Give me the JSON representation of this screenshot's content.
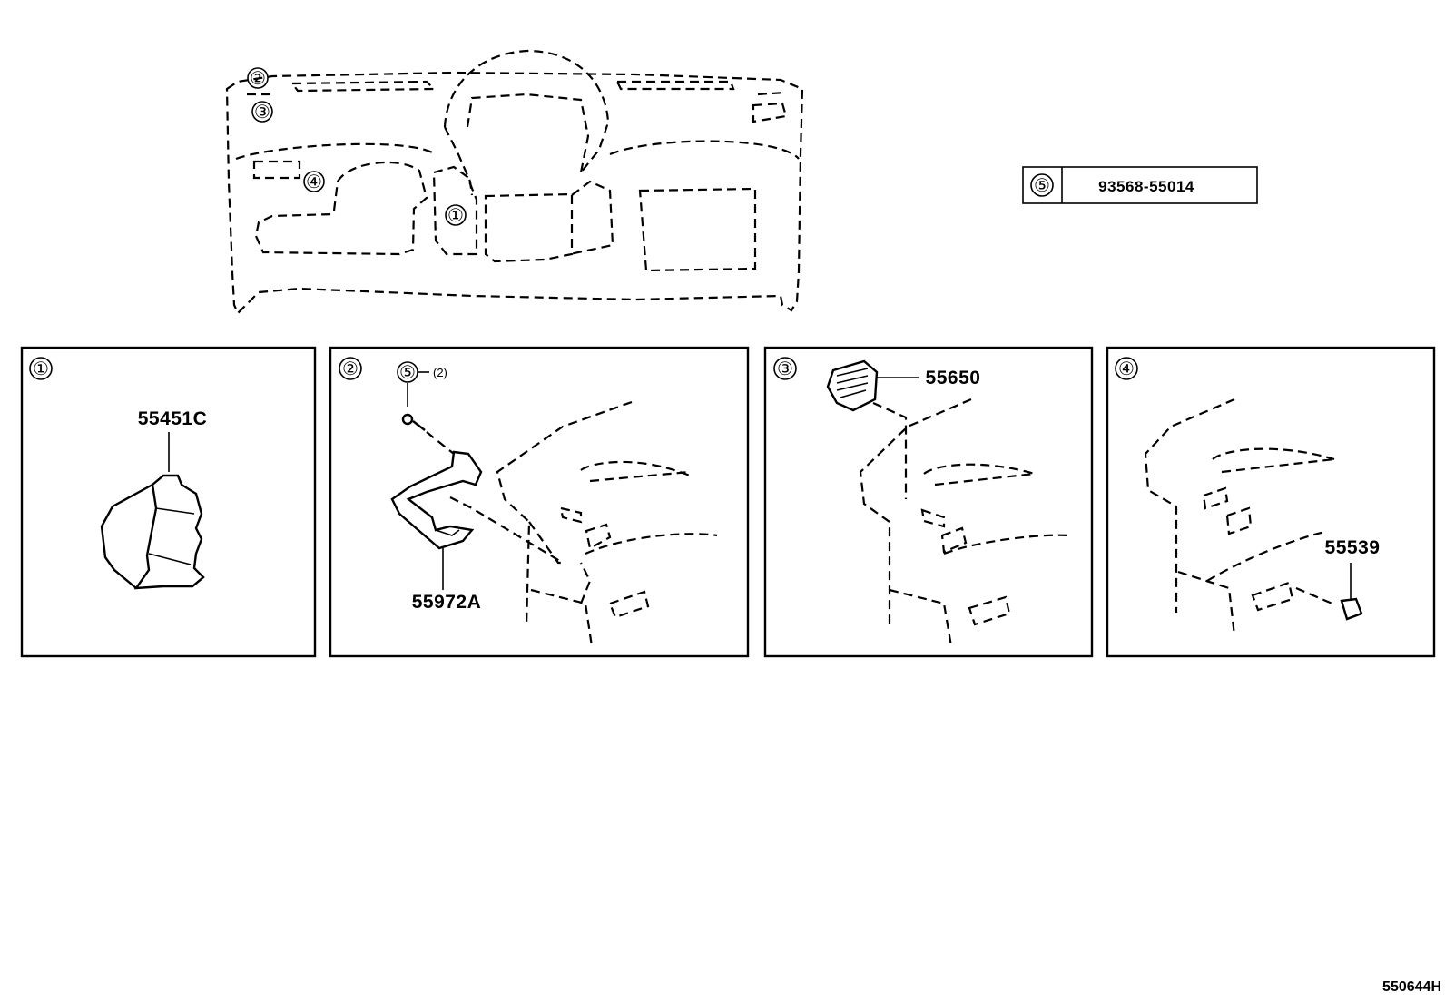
{
  "overview": {
    "callouts": [
      "①",
      "②",
      "③",
      "④"
    ]
  },
  "legend": {
    "ref": "⑤",
    "part_number": "93568-55014"
  },
  "panels": [
    {
      "ref": "①",
      "parts": [
        "55451C"
      ]
    },
    {
      "ref": "②",
      "parts": [
        "55972A"
      ],
      "fastener_ref": "⑤",
      "fastener_qty": "(2)"
    },
    {
      "ref": "③",
      "parts": [
        "55650"
      ]
    },
    {
      "ref": "④",
      "parts": [
        "55539"
      ]
    }
  ],
  "figure_id": "550644H"
}
